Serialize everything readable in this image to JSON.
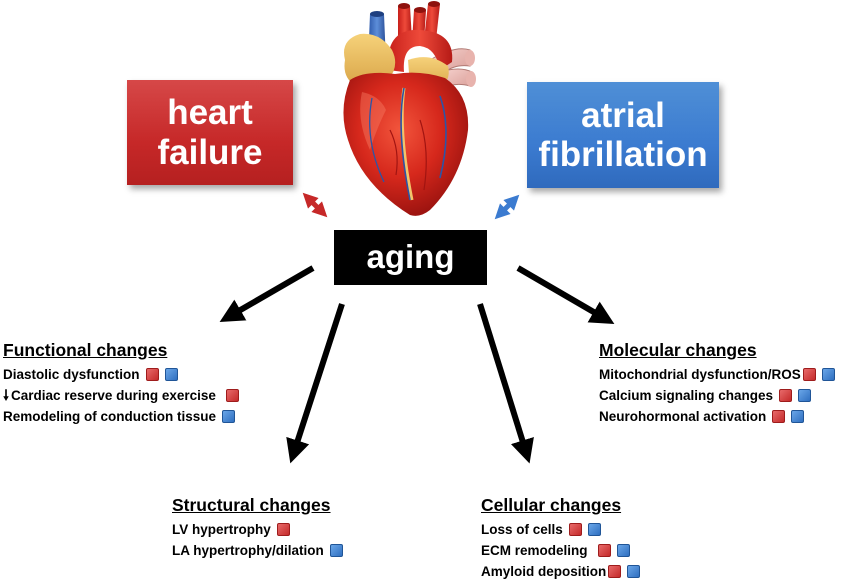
{
  "boxes": {
    "heart_failure": [
      "heart",
      "failure"
    ],
    "atrial_fibrillation": [
      "atrial",
      "fibrillation"
    ],
    "aging": "aging"
  },
  "groups": {
    "functional": {
      "title": "Functional changes",
      "items": [
        {
          "text": "Diastolic dysfunction",
          "markers": [
            "red",
            "blue"
          ]
        },
        {
          "text": "Cardiac reserve during exercise",
          "prefix": "🠗",
          "markers": [
            "red"
          ]
        },
        {
          "text": "Remodeling of conduction tissue",
          "markers": [
            "blue"
          ]
        }
      ]
    },
    "molecular": {
      "title": "Molecular changes",
      "items": [
        {
          "text": "Mitochondrial dysfunction/ROS",
          "markers": [
            "red",
            "blue"
          ]
        },
        {
          "text": "Calcium signaling changes",
          "markers": [
            "red",
            "blue"
          ]
        },
        {
          "text": "Neurohormonal activation",
          "markers": [
            "red",
            "blue"
          ]
        }
      ]
    },
    "structural": {
      "title": "Structural changes",
      "items": [
        {
          "text": "LV hypertrophy",
          "markers": [
            "red"
          ]
        },
        {
          "text": "LA hypertrophy/dilation",
          "markers": [
            "blue"
          ]
        }
      ]
    },
    "cellular": {
      "title": "Cellular changes",
      "items": [
        {
          "text": "Loss of cells",
          "markers": [
            "red",
            "blue"
          ]
        },
        {
          "text": "ECM remodeling",
          "markers": [
            "red",
            "blue"
          ]
        },
        {
          "text": "Amyloid deposition",
          "markers": [
            "red",
            "blue"
          ]
        }
      ]
    }
  },
  "colors": {
    "heart_failure": "#c62828",
    "atrial_fibrillation": "#3b7bd0",
    "marker_red": "#d43c3c",
    "marker_blue": "#3d82d4"
  },
  "icons": [
    "heart-illustration"
  ]
}
